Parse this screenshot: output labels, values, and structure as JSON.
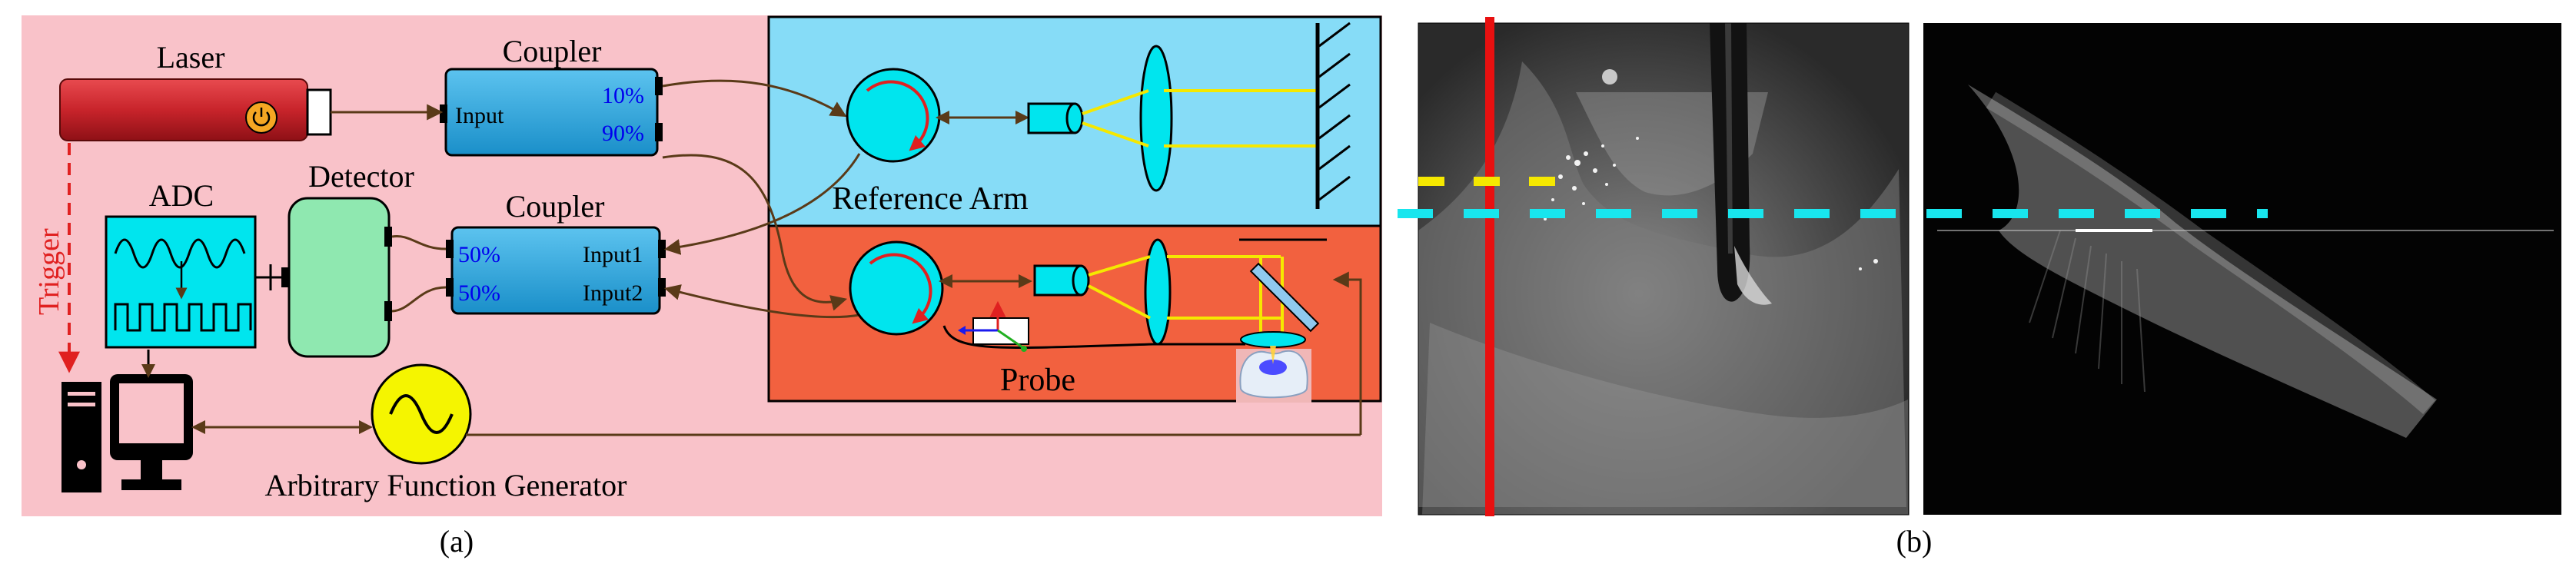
{
  "panel_a": {
    "caption": "(a)",
    "laser": {
      "label": "Laser"
    },
    "coupler_top": {
      "label": "Coupler",
      "port_in": "Input",
      "ratio_1": "10%",
      "ratio_2": "90%"
    },
    "coupler_bottom": {
      "label": "Coupler",
      "ratio_1": "50%",
      "ratio_2": "50%",
      "port_1": "Input1",
      "port_2": "Input2"
    },
    "adc": {
      "label": "ADC"
    },
    "detector": {
      "label": "Detector"
    },
    "trigger": {
      "label": "Trigger"
    },
    "reference_arm": {
      "label": "Reference Arm"
    },
    "probe": {
      "label": "Probe"
    },
    "afg": {
      "label": "Arbitrary Function Generator"
    }
  },
  "panel_b": {
    "caption": "(b)"
  },
  "colors": {
    "background_a": "#f9c2c9",
    "reference_arm": "#86dcf7",
    "probe_arm": "#f2613f",
    "laser": "#c8242b",
    "coupler": "#2aa7e0",
    "detector": "#8fe8b0",
    "adc": "#00e5ee",
    "afg": "#f5f500",
    "connector": "#5a3a18",
    "red_line": "#e81010",
    "cyan_dash": "#18e6ee",
    "yellow_dash": "#f5e800"
  }
}
